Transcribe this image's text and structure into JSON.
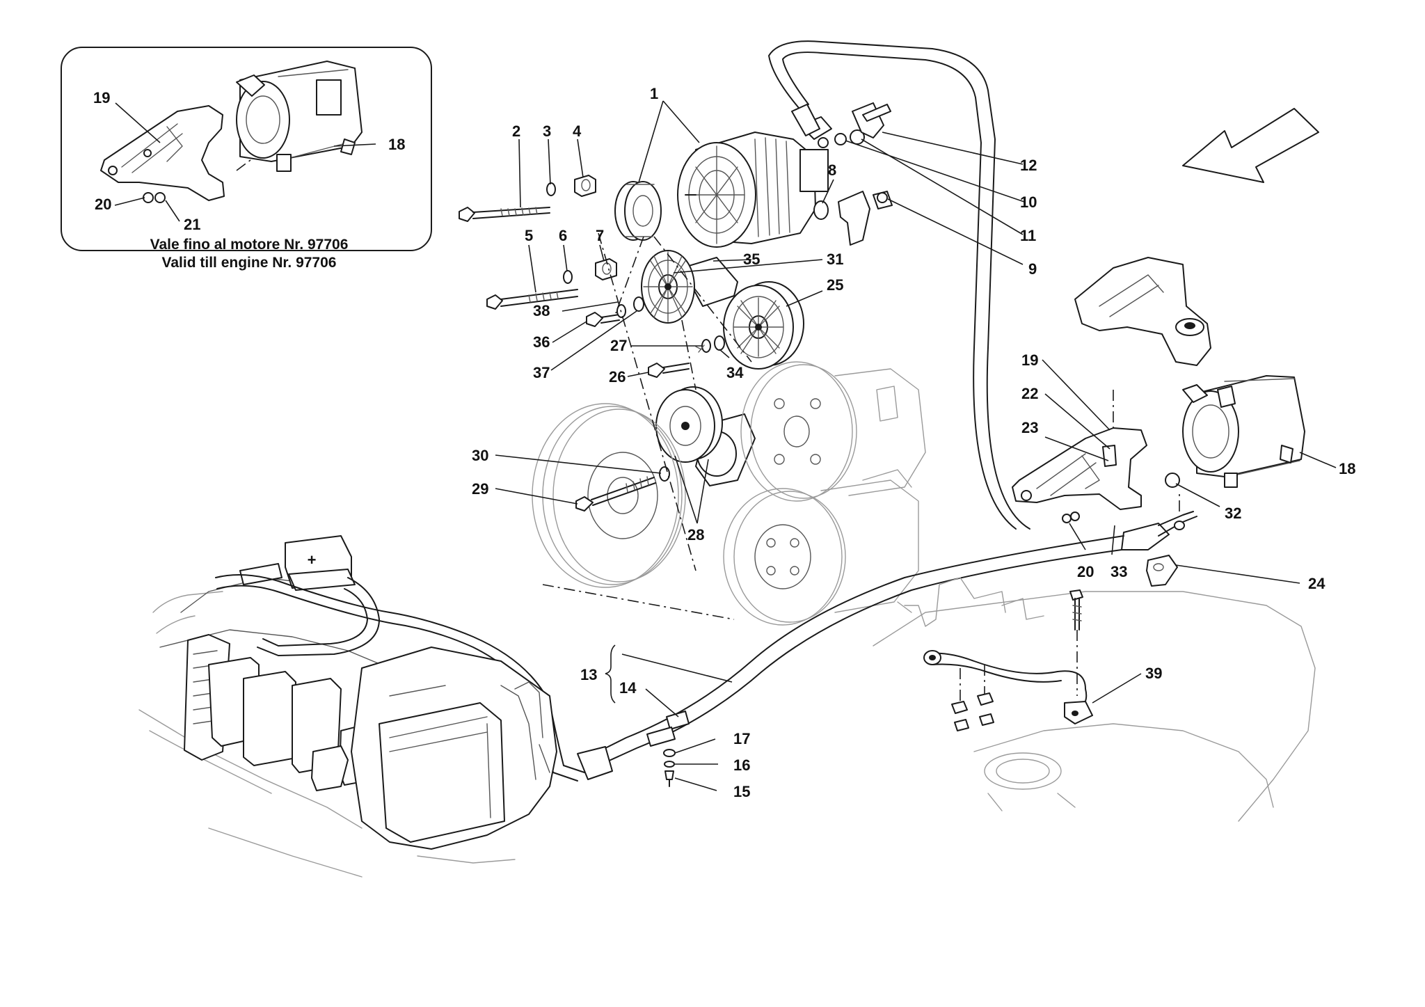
{
  "inset": {
    "note_it": "Vale fino al motore Nr. 97706",
    "note_en": "Valid till engine Nr. 97706"
  },
  "callouts": {
    "c1": "1",
    "c2": "2",
    "c3": "3",
    "c4": "4",
    "c5": "5",
    "c6": "6",
    "c7": "7",
    "c8": "8",
    "c9": "9",
    "c10": "10",
    "c11": "11",
    "c12": "12",
    "c13": "13",
    "c14": "14",
    "c15": "15",
    "c16": "16",
    "c17": "17",
    "c18": "18",
    "c19": "19",
    "c20": "20",
    "c21": "21",
    "c22": "22",
    "c23": "23",
    "c24": "24",
    "c25": "25",
    "c26": "26",
    "c27": "27",
    "c28": "28",
    "c29": "29",
    "c30": "30",
    "c31": "31",
    "c32": "32",
    "c33": "33",
    "c34": "34",
    "c35": "35",
    "c36": "36",
    "c37": "37",
    "c38": "38",
    "c39": "39"
  },
  "inset_callouts": {
    "i18": "18",
    "i19": "19",
    "i20": "20",
    "i21": "21"
  },
  "fuse_label": "+",
  "icons": {
    "direction": "direction-arrow-icon"
  }
}
